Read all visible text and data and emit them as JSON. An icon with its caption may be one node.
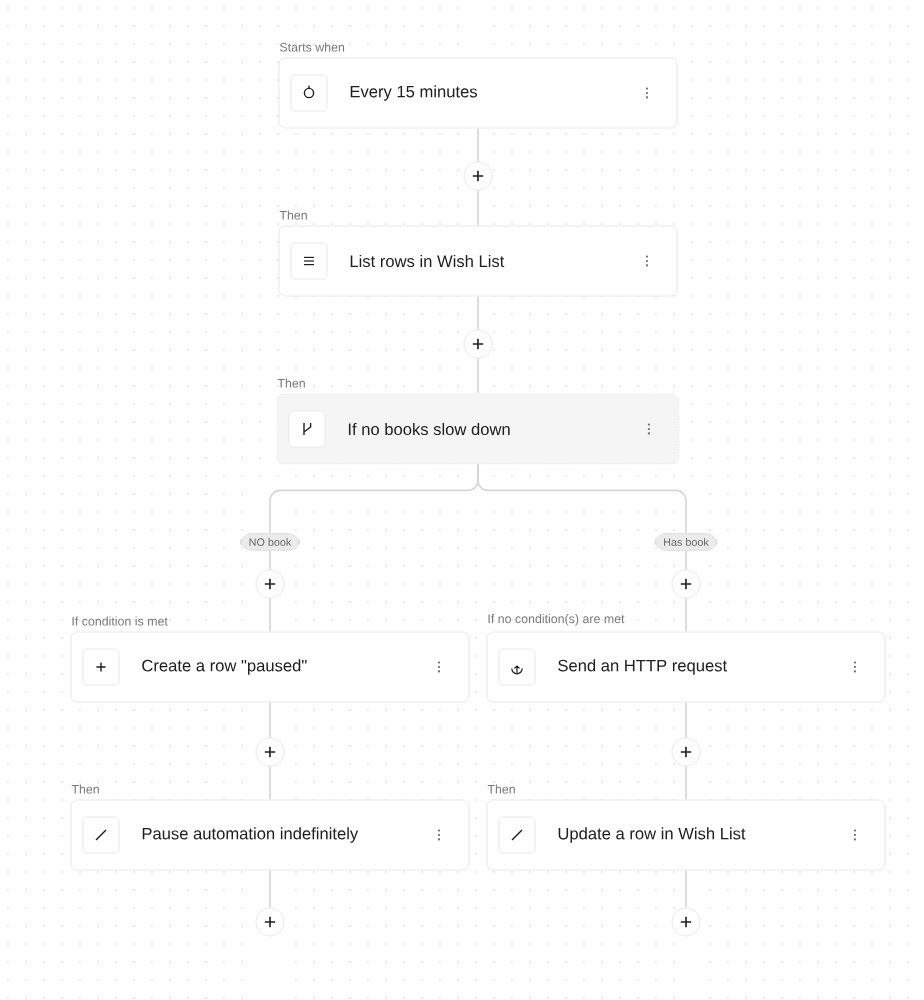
{
  "diagram": {
    "nodes": [
      {
        "text": [
          "Starts when",
          "Every 15 minutes"
        ]
      },
      {
        "text": [],
        "shape": "circle"
      },
      {
        "text": [
          "Then",
          "List rows in Wish List"
        ]
      },
      {
        "text": [],
        "shape": "circle"
      },
      {
        "text": [
          "Then",
          "If no books slow down"
        ]
      },
      {
        "text": [
          "NO book"
        ]
      },
      {
        "text": [
          "Has book"
        ]
      },
      {
        "text": [],
        "shape": "circle"
      },
      {
        "text": [],
        "shape": "circle"
      },
      {
        "text": [
          "If condition is met",
          "Create a row \"paused\""
        ]
      },
      {
        "text": [
          "If no condition(s) are met",
          "Send an HTTP request"
        ]
      },
      {
        "text": [],
        "shape": "circle"
      },
      {
        "text": [],
        "shape": "circle"
      },
      {
        "text": [
          "Then",
          "Pause automation indefinitely"
        ]
      },
      {
        "text": [
          "Then",
          "Update a row in Wish List"
        ]
      },
      {
        "text": [],
        "shape": "circle"
      },
      {
        "text": [],
        "shape": "circle"
      }
    ],
    "edges": [
      {
        "from": 0,
        "to": 1,
        "arrow": "none"
      },
      {
        "from": 1,
        "to": 2,
        "arrow": "none"
      },
      {
        "from": 2,
        "to": 3,
        "arrow": "none"
      },
      {
        "from": 3,
        "to": 4,
        "arrow": "none"
      },
      {
        "from": 4,
        "to": 5,
        "arrow": "none"
      },
      {
        "from": 4,
        "to": 6,
        "arrow": "none"
      },
      {
        "from": 5,
        "to": 7,
        "arrow": "none"
      },
      {
        "from": 7,
        "to": 9,
        "arrow": "none"
      },
      {
        "from": 9,
        "to": 11,
        "arrow": "none"
      },
      {
        "from": 11,
        "to": 13,
        "arrow": "none"
      },
      {
        "from": 13,
        "to": 15,
        "arrow": "none"
      },
      {
        "from": 6,
        "to": 8,
        "arrow": "none"
      },
      {
        "from": 8,
        "to": 10,
        "arrow": "none"
      },
      {
        "from": 10,
        "to": 12,
        "arrow": "none"
      },
      {
        "from": 12,
        "to": 14,
        "arrow": "none"
      },
      {
        "from": 14,
        "to": 16,
        "arrow": "none"
      }
    ]
  }
}
